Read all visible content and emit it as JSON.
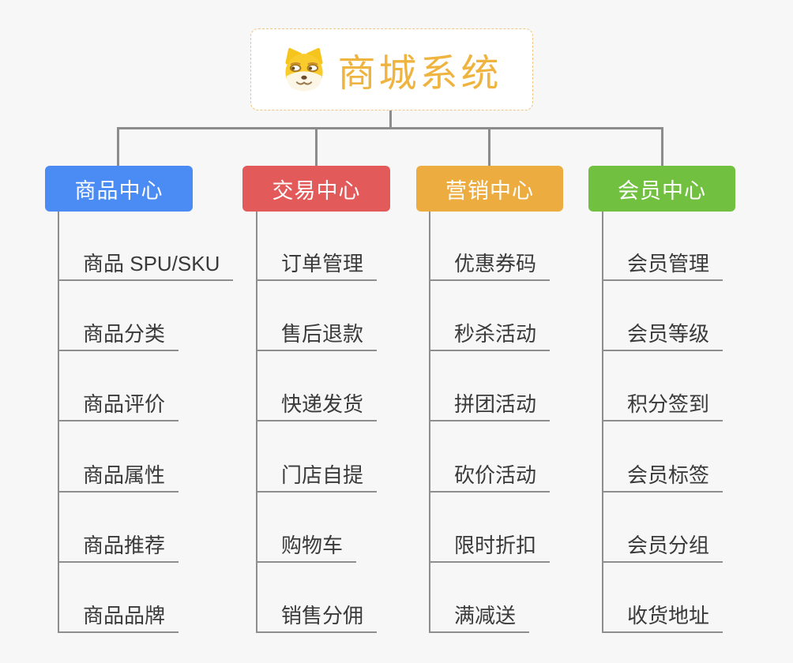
{
  "root": {
    "title": "商城系统",
    "icon": "shiba-dog-icon"
  },
  "branches": [
    {
      "label": "商品中心",
      "color": "#4A8CF3",
      "children": [
        "商品 SPU/SKU",
        "商品分类",
        "商品评价",
        "商品属性",
        "商品推荐",
        "商品品牌"
      ]
    },
    {
      "label": "交易中心",
      "color": "#E35A5A",
      "children": [
        "订单管理",
        "售后退款",
        "快递发货",
        "门店自提",
        "购物车",
        "销售分佣"
      ]
    },
    {
      "label": "营销中心",
      "color": "#EDAC3F",
      "children": [
        "优惠券码",
        "秒杀活动",
        "拼团活动",
        "砍价活动",
        "限时折扣",
        "满减送"
      ]
    },
    {
      "label": "会员中心",
      "color": "#72C040",
      "children": [
        "会员管理",
        "会员等级",
        "积分签到",
        "会员标签",
        "会员分组",
        "收货地址"
      ]
    }
  ],
  "colors": {
    "title_text": "#EFB340",
    "root_border": "#F1C57F",
    "connector": "#8C8C8C",
    "underline": "#8E8E8E",
    "leaf_text": "#3A3A3A",
    "background": "#F7F7F7",
    "branch_text": "#FFFFFF"
  }
}
